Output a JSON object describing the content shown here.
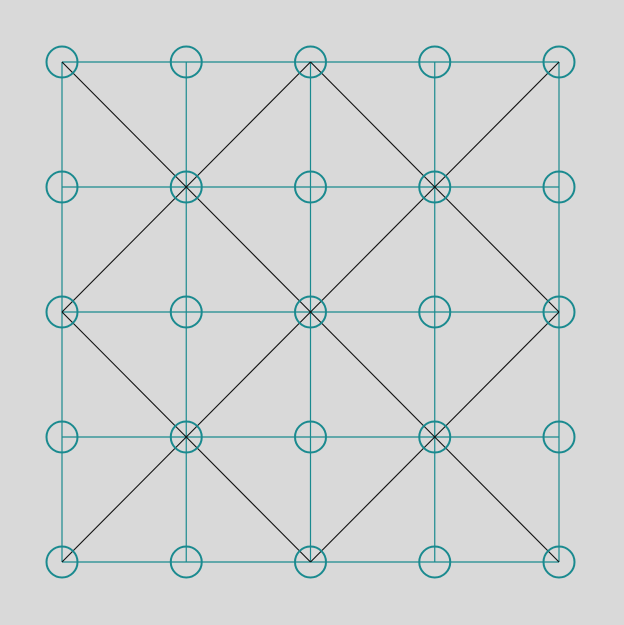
{
  "colors": {
    "background": "#d9d9d9",
    "grid": "#1a8a8f",
    "node": "#1a8a8f",
    "diagonal": "#111111"
  },
  "board": {
    "cols": 5,
    "rows": 5,
    "nodes_are_empty": true,
    "diagonal_segments": [
      [
        [
          0,
          0
        ],
        [
          1,
          1
        ]
      ],
      [
        [
          1,
          1
        ],
        [
          2,
          2
        ]
      ],
      [
        [
          2,
          2
        ],
        [
          3,
          3
        ]
      ],
      [
        [
          3,
          3
        ],
        [
          4,
          4
        ]
      ],
      [
        [
          2,
          0
        ],
        [
          1,
          1
        ]
      ],
      [
        [
          1,
          1
        ],
        [
          0,
          2
        ]
      ],
      [
        [
          2,
          0
        ],
        [
          3,
          1
        ]
      ],
      [
        [
          3,
          1
        ],
        [
          4,
          2
        ]
      ],
      [
        [
          0,
          2
        ],
        [
          1,
          3
        ]
      ],
      [
        [
          1,
          3
        ],
        [
          2,
          4
        ]
      ],
      [
        [
          4,
          2
        ],
        [
          3,
          3
        ]
      ],
      [
        [
          3,
          3
        ],
        [
          2,
          4
        ]
      ],
      [
        [
          4,
          0
        ],
        [
          3,
          1
        ]
      ],
      [
        [
          3,
          1
        ],
        [
          2,
          2
        ]
      ],
      [
        [
          2,
          2
        ],
        [
          1,
          3
        ]
      ],
      [
        [
          1,
          3
        ],
        [
          0,
          4
        ]
      ]
    ]
  }
}
